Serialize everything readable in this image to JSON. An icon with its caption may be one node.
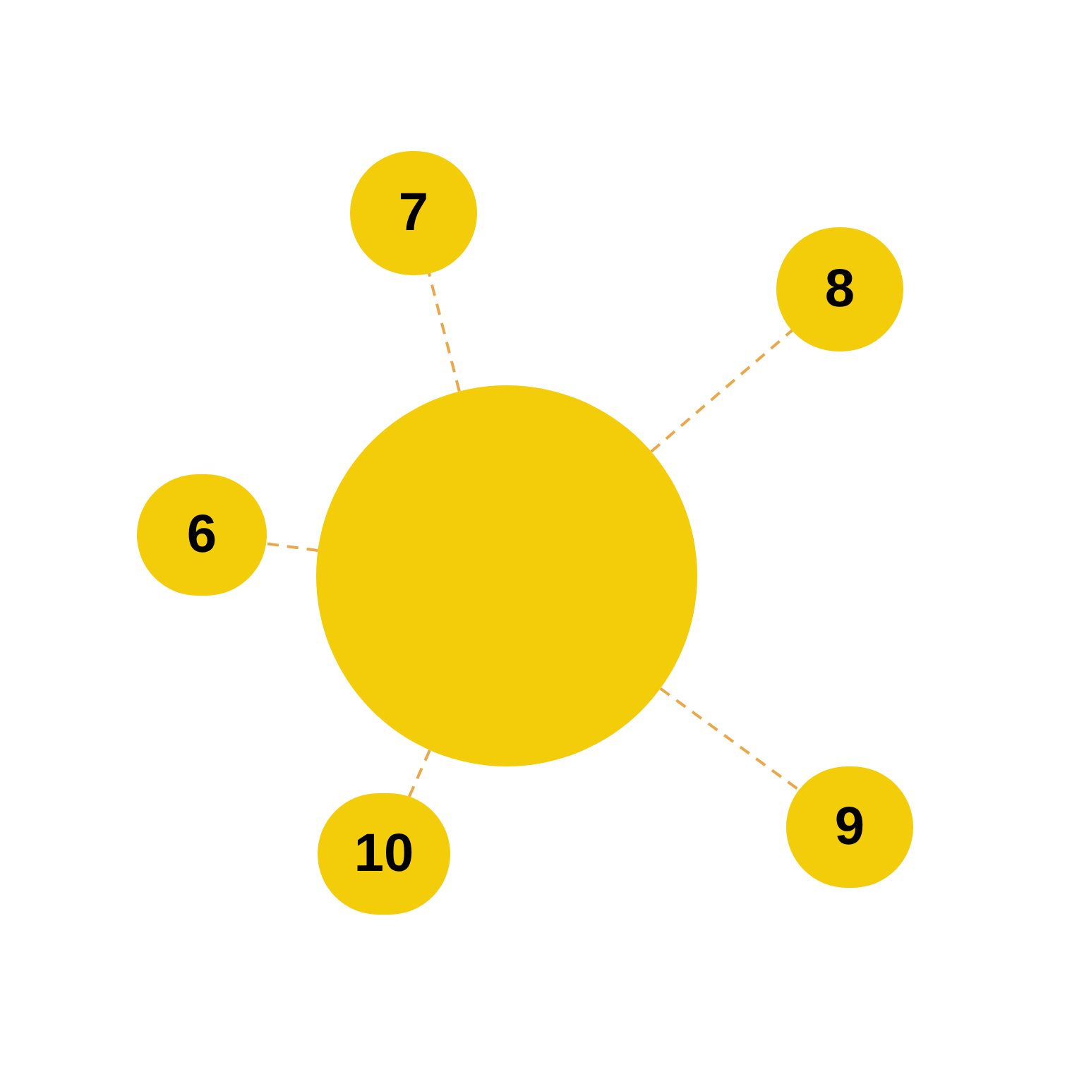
{
  "diagram": {
    "nodes": [
      {
        "text": [
          "7"
        ]
      },
      {
        "text": [
          "8"
        ]
      },
      {
        "text": [
          "6"
        ]
      },
      {
        "text": [],
        "shape": "circle"
      },
      {
        "text": [
          "9"
        ]
      },
      {
        "text": [
          "10"
        ]
      }
    ],
    "edges": [
      {
        "from": 3,
        "to": 0,
        "arrow": "none",
        "style": "dashed",
        "color": "#eaa84a"
      },
      {
        "from": 3,
        "to": 1,
        "arrow": "none",
        "style": "dashed",
        "color": "#eaa84a"
      },
      {
        "from": 3,
        "to": 2,
        "arrow": "none",
        "style": "dashed",
        "color": "#eaa84a"
      },
      {
        "from": 3,
        "to": 4,
        "arrow": "none",
        "style": "dashed",
        "color": "#eaa84a"
      },
      {
        "from": 3,
        "to": 5,
        "arrow": "none",
        "style": "dashed",
        "color": "#eaa84a"
      }
    ]
  }
}
